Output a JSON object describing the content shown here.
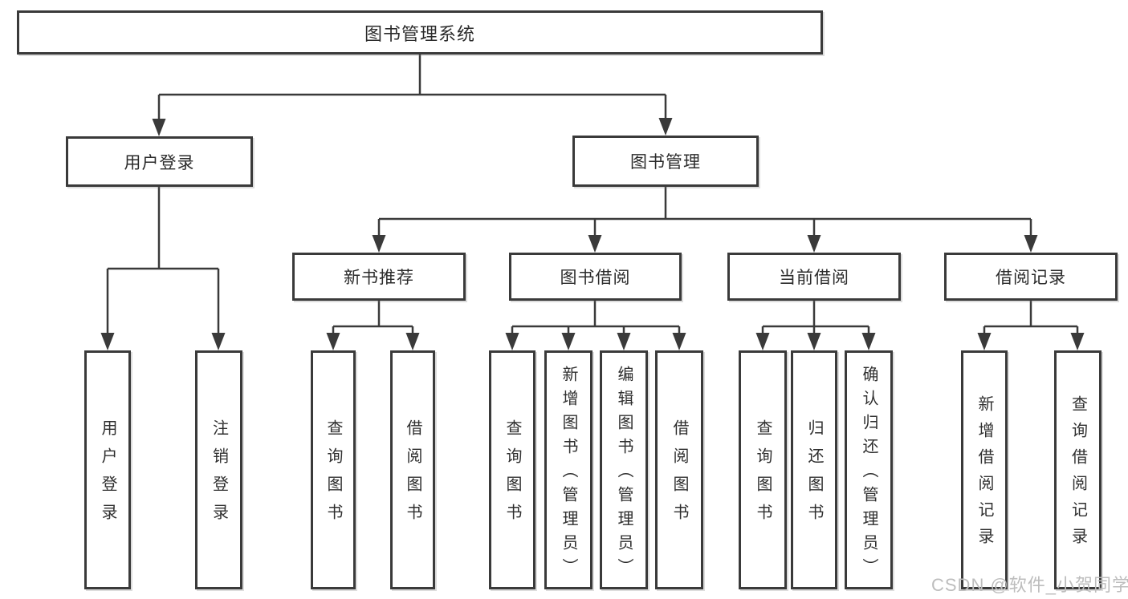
{
  "tree": {
    "root": {
      "label": "图书管理系统"
    },
    "level2": [
      {
        "label": "用户登录",
        "children": [
          "用户登录",
          "注销登录"
        ]
      },
      {
        "label": "图书管理",
        "children": [
          {
            "label": "新书推荐",
            "children": [
              "查询图书",
              "借阅图书"
            ]
          },
          {
            "label": "图书借阅",
            "children": [
              "查询图书",
              "新增图书（管理员）",
              "编辑图书（管理员）",
              "借阅图书"
            ]
          },
          {
            "label": "当前借阅",
            "children": [
              "查询图书",
              "归还图书",
              "确认归还（管理员）"
            ]
          },
          {
            "label": "借阅记录",
            "children": [
              "新增借阅记录",
              "查询借阅记录"
            ]
          }
        ]
      }
    ]
  },
  "colors": {
    "line": "#3a3a3a",
    "text": "#2b2b2b",
    "watermark": "#bdbdbd"
  },
  "watermark": "CSDN @软件_小贺同学"
}
